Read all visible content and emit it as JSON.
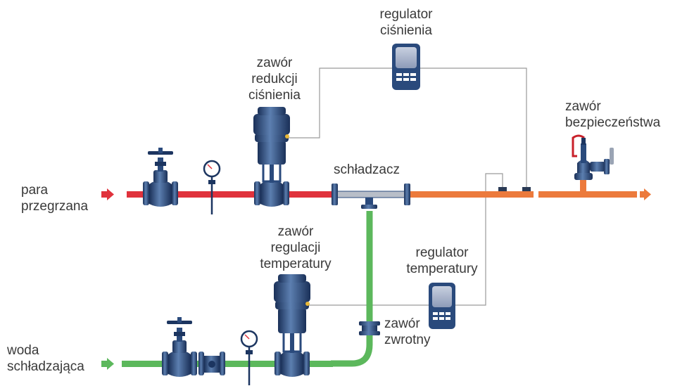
{
  "labels": {
    "superheated_steam": [
      "para",
      "przegrzana"
    ],
    "cooling_water": [
      "woda",
      "schładzająca"
    ],
    "pressure_regulator": [
      "regulator",
      "ciśnienia"
    ],
    "pressure_reducing_valve": [
      "zawór",
      "redukcji",
      "ciśnienia"
    ],
    "desuperheater": [
      "schładzacz"
    ],
    "safety_valve": [
      "zawór",
      "bezpieczeństwa"
    ],
    "temperature_control_valve": [
      "zawór",
      "regulacji",
      "temperatury"
    ],
    "temperature_regulator": [
      "regulator",
      "temperatury"
    ],
    "check_valve": [
      "zawór",
      "zwrotny"
    ]
  },
  "colors": {
    "steam_pipe": "#e0323c",
    "outlet_pipe": "#ec7a3c",
    "water_pipe": "#5cb85c",
    "equipment": "#2a4a7c",
    "equipment_dark": "#1c3560",
    "signal_line": "#9a9a9a",
    "text": "#3a3a3a"
  },
  "icons": {
    "regulator": "controller-device-icon",
    "valve": "control-valve-icon",
    "gauge": "thermometer-gauge-icon",
    "arrow": "flow-arrow-icon"
  }
}
